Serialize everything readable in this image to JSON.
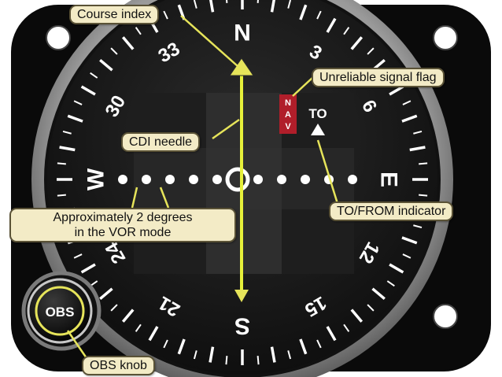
{
  "instrument": {
    "cardinals": {
      "north": "N",
      "east": "E",
      "south": "S",
      "west": "W"
    },
    "numerals": [
      "3",
      "6",
      "12",
      "15",
      "21",
      "24",
      "30",
      "33"
    ],
    "flag_text": "NAV",
    "to_from_text": "TO",
    "knob_label": "OBS",
    "colors": {
      "case": "#0a0a0a",
      "bezel": "#a7a7a7",
      "face": "#1b1b1b",
      "needle": "#e6f03a",
      "course_index": "#e6e45a",
      "nav_flag": "#b01e2a",
      "markings": "#ffffff"
    }
  },
  "callouts": {
    "course_index": "Course index",
    "unreliable_flag": "Unreliable signal flag",
    "cdi_needle": "CDI needle",
    "to_from": "TO/FROM indicator",
    "approx_line1": "Approximately 2 degrees",
    "approx_line2": "in the VOR mode",
    "obs_knob": "OBS knob"
  }
}
